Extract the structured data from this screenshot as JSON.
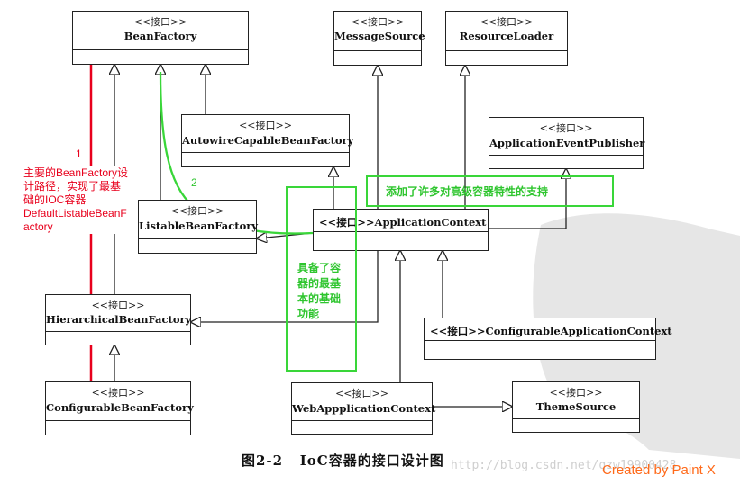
{
  "stereotype": "<<接口>>",
  "classes": {
    "beanfactory": "BeanFactory",
    "messagesource": "MessageSource",
    "resourceloader": "ResourceLoader",
    "autowire": "AutowireCapableBeanFactory",
    "eventpublisher": "ApplicationEventPublisher",
    "listable": "ListableBeanFactory",
    "appcontext": "<<接口>>ApplicationContext",
    "hierarchical": "HierarchicalBeanFactory",
    "configurableapp": "<<接口>>ConfigurableApplicationContext",
    "configurablebf": "ConfigurableBeanFactory",
    "webapp": "WebAppplicationContext",
    "themesource": "ThemeSource"
  },
  "annotations": {
    "red_number": "1",
    "red_note": [
      "主要的BeanFactory设",
      "计路径，实现了最基",
      "础的IOC容器",
      "DefaultListableBeanF",
      "actory"
    ],
    "green_number": "2",
    "green_top": "添加了许多对高级容器特性的支持",
    "green_side": [
      "具备了容",
      "器的最基",
      "本的基础",
      "功能"
    ]
  },
  "caption": "图2-2   IoC容器的接口设计图",
  "watermark": "http://blog.csdn.net/qzw19900428",
  "paintx": "Created by Paint X",
  "colors": {
    "red": "#e8001c",
    "green": "#39d639",
    "orange": "#ff6a1a"
  }
}
